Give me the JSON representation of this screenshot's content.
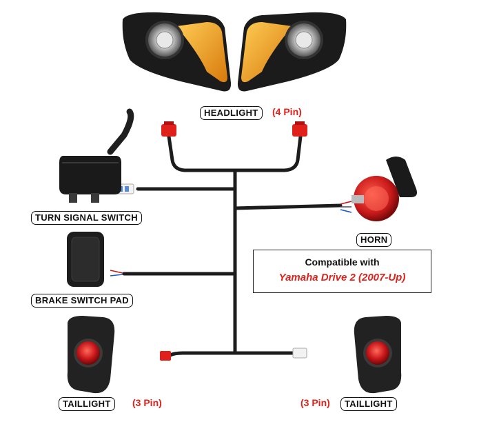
{
  "labels": {
    "headlight": "HEADLIGHT",
    "headlight_pins": "(4 Pin)",
    "turn_signal_switch": "TURN SIGNAL SWITCH",
    "horn": "HORN",
    "brake_switch_pad": "BRAKE SWITCH PAD",
    "taillight_left": "TAILLIGHT",
    "taillight_left_pins": "(3 Pin)",
    "taillight_right": "TAILLIGHT",
    "taillight_right_pins": "(3 Pin)"
  },
  "compatibility": {
    "title": "Compatible with",
    "model": "Yamaha Drive 2 (2007-Up)"
  },
  "colors": {
    "wire": "#1c1c1c",
    "accent_red": "#e0201b",
    "amber": "#f0a020",
    "housing": "#222222"
  }
}
